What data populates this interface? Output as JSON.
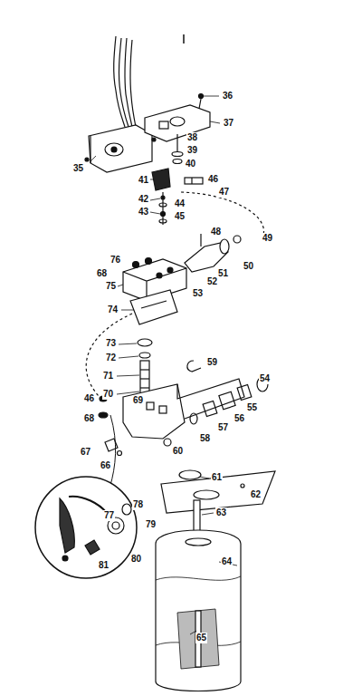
{
  "diagram": {
    "labels": [
      "36",
      "37",
      "35",
      "38",
      "39",
      "40",
      "41",
      "46",
      "47",
      "42",
      "44",
      "43",
      "45",
      "48",
      "49",
      "50",
      "76",
      "68",
      "75",
      "51",
      "52",
      "53",
      "74",
      "73",
      "59",
      "72",
      "71",
      "54",
      "55",
      "70",
      "56",
      "57",
      "46",
      "58",
      "69",
      "68",
      "60",
      "67",
      "66",
      "61",
      "62",
      "78",
      "77",
      "63",
      "79",
      "80",
      "81",
      "64",
      "65"
    ]
  }
}
